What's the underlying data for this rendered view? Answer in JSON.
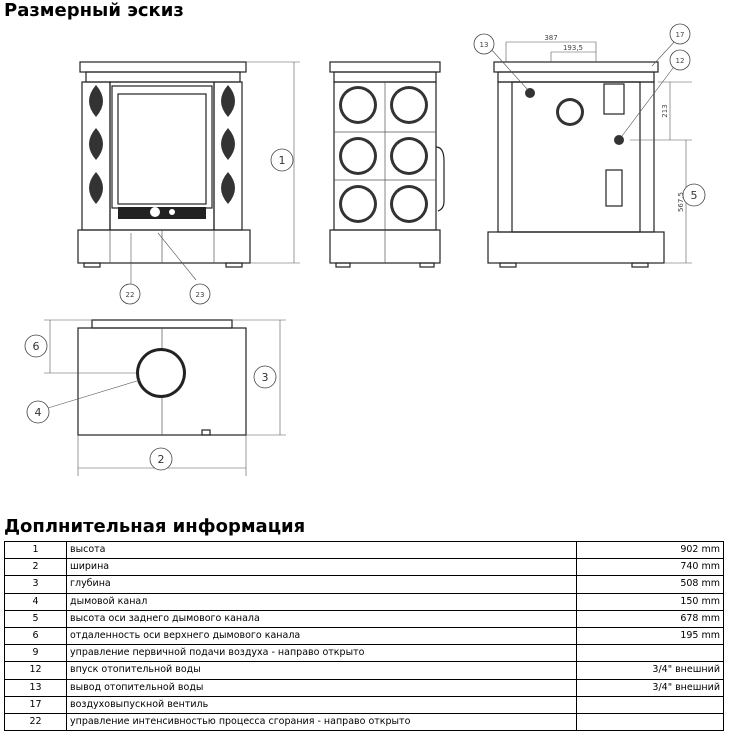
{
  "sections": {
    "sketch_title": "Размерный эскиз",
    "info_title": "Доплнительная информация"
  },
  "drawing": {
    "callouts": [
      "1",
      "2",
      "3",
      "4",
      "5",
      "6",
      "12",
      "13",
      "17",
      "22",
      "23"
    ],
    "dimensions": [
      "387",
      "193,5",
      "213",
      "567,5"
    ]
  },
  "info_rows": [
    {
      "num": "1",
      "label": "высота",
      "value": "902 mm"
    },
    {
      "num": "2",
      "label": "ширина",
      "value": "740 mm"
    },
    {
      "num": "3",
      "label": "глубина",
      "value": "508 mm"
    },
    {
      "num": "4",
      "label": "дымовой канал",
      "value": "150 mm"
    },
    {
      "num": "5",
      "label": "высота оси заднего дымового канала",
      "value": "678 mm"
    },
    {
      "num": "6",
      "label": "отдаленность оси верхнего дымового канала",
      "value": "195 mm"
    },
    {
      "num": "9",
      "label": "управление первичной подачи воздуха - направо открыто",
      "value": ""
    },
    {
      "num": "12",
      "label": "впуск отопительной воды",
      "value": "3/4\" внешний"
    },
    {
      "num": "13",
      "label": "вывод отопительной воды",
      "value": "3/4\" внешний"
    },
    {
      "num": "17",
      "label": "воздуховыпускной вентиль",
      "value": ""
    },
    {
      "num": "22",
      "label": "управление интенсивностью процесса сгорания - направо открыто",
      "value": ""
    }
  ]
}
